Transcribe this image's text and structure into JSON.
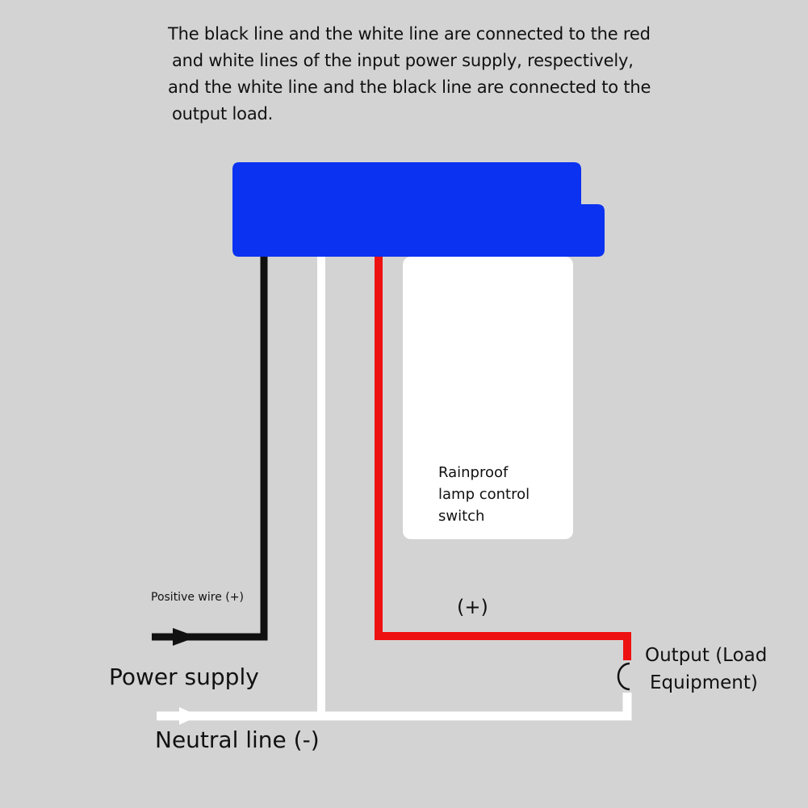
{
  "instructions": {
    "line1": "The black line and the white line are connected to the red",
    "line2": "and white lines of the input power supply, respectively,",
    "line3": "and the white line and the black line are connected to the",
    "line4": "output load."
  },
  "device": {
    "label_line1": "Rainproof",
    "label_line2": "lamp control",
    "label_line3": "switch"
  },
  "labels": {
    "positive_wire": "Positive wire (+)",
    "plus": "(+)",
    "power_supply": "Power supply",
    "neutral_line": "Neutral line (-)",
    "output_line1": "Output (Load",
    "output_line2": "Equipment)"
  },
  "colors": {
    "background": "#d3d3d3",
    "switch_head": "#0a32f0",
    "black_wire": "#111111",
    "white_wire": "#ffffff",
    "red_wire": "#ee1111",
    "device_body": "#ffffff"
  }
}
